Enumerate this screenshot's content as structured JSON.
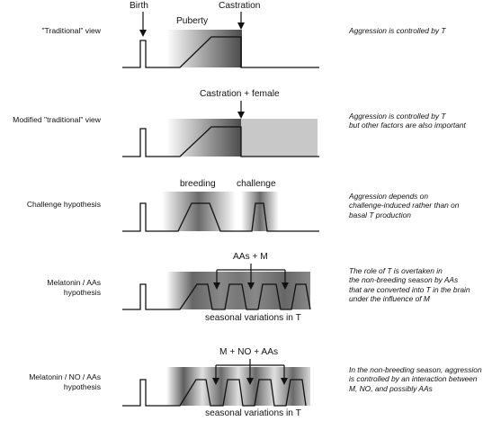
{
  "rows": [
    {
      "label": "\"Traditional\" view",
      "description": "Aggression is controlled by T",
      "annotations": [
        "Birth",
        "Puberty",
        "Castration"
      ]
    },
    {
      "label": "Modified \"traditional\" view",
      "description": "Aggression is controlled by T\nbut other factors are also important",
      "annotations": [
        "Castration + female"
      ]
    },
    {
      "label": "Challenge hypothesis",
      "description": "Aggression depends on\nchallenge-induced rather than on\nbasal T production",
      "annotations": [
        "breeding",
        "challenge"
      ]
    },
    {
      "label": "Melatonin / AAs\nhypothesis",
      "description": "The role of T is overtaken in\nthe non-breeding season by AAs\nthat are converted into T in the brain\nunder the influence of M",
      "annotations": [
        "AAs + M",
        "seasonal variations in T"
      ]
    },
    {
      "label": "Melatonin / NO / AAs\nhypothesis",
      "description": "In the non-breeding season, aggression\nis controlled by an interaction between\nM, NO, and possibly AAs",
      "annotations": [
        "M + NO + AAs",
        "seasonal variations in T"
      ]
    }
  ],
  "colors": {
    "line": "#111111",
    "shade_dark": "#4a4a4a",
    "shade_light": "#c8c8c8"
  }
}
